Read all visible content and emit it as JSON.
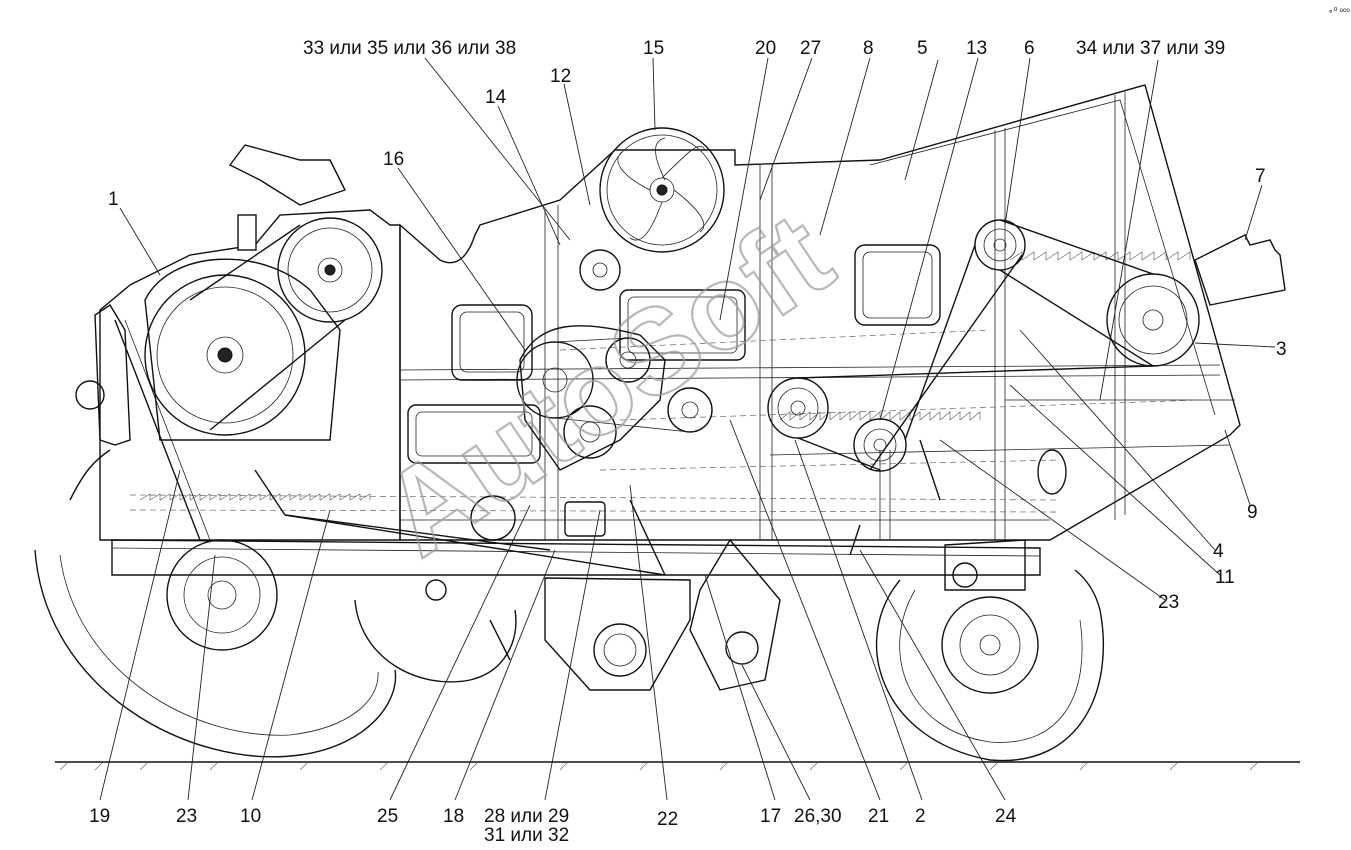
{
  "watermark": "AutoSoft",
  "corner_mark": "∘⁰ ᵒᵒᵒ",
  "callouts": [
    {
      "id": "c1",
      "text": "1"
    },
    {
      "id": "c33",
      "text": "33 или 35 или 36 или 38"
    },
    {
      "id": "c12",
      "text": "12"
    },
    {
      "id": "c15",
      "text": "15"
    },
    {
      "id": "c20",
      "text": "20"
    },
    {
      "id": "c27",
      "text": "27"
    },
    {
      "id": "c8",
      "text": "8"
    },
    {
      "id": "c5",
      "text": "5"
    },
    {
      "id": "c13",
      "text": "13"
    },
    {
      "id": "c6",
      "text": "6"
    },
    {
      "id": "c34",
      "text": "34 или 37 или 39"
    },
    {
      "id": "c14",
      "text": "14"
    },
    {
      "id": "c16",
      "text": "16"
    },
    {
      "id": "c7",
      "text": "7"
    },
    {
      "id": "c3",
      "text": "3"
    },
    {
      "id": "c9",
      "text": "9"
    },
    {
      "id": "c4",
      "text": "4"
    },
    {
      "id": "c11",
      "text": "11"
    },
    {
      "id": "c23r",
      "text": "23"
    },
    {
      "id": "c19",
      "text": "19"
    },
    {
      "id": "c23l",
      "text": "23"
    },
    {
      "id": "c10",
      "text": "10"
    },
    {
      "id": "c25",
      "text": "25"
    },
    {
      "id": "c18",
      "text": "18"
    },
    {
      "id": "c28a",
      "text": "28 или 29"
    },
    {
      "id": "c28b",
      "text": "31 или 32"
    },
    {
      "id": "c22",
      "text": "22"
    },
    {
      "id": "c17",
      "text": "17"
    },
    {
      "id": "c26",
      "text": "26,30"
    },
    {
      "id": "c21",
      "text": "21"
    },
    {
      "id": "c2",
      "text": "2"
    },
    {
      "id": "c24",
      "text": "24"
    }
  ]
}
